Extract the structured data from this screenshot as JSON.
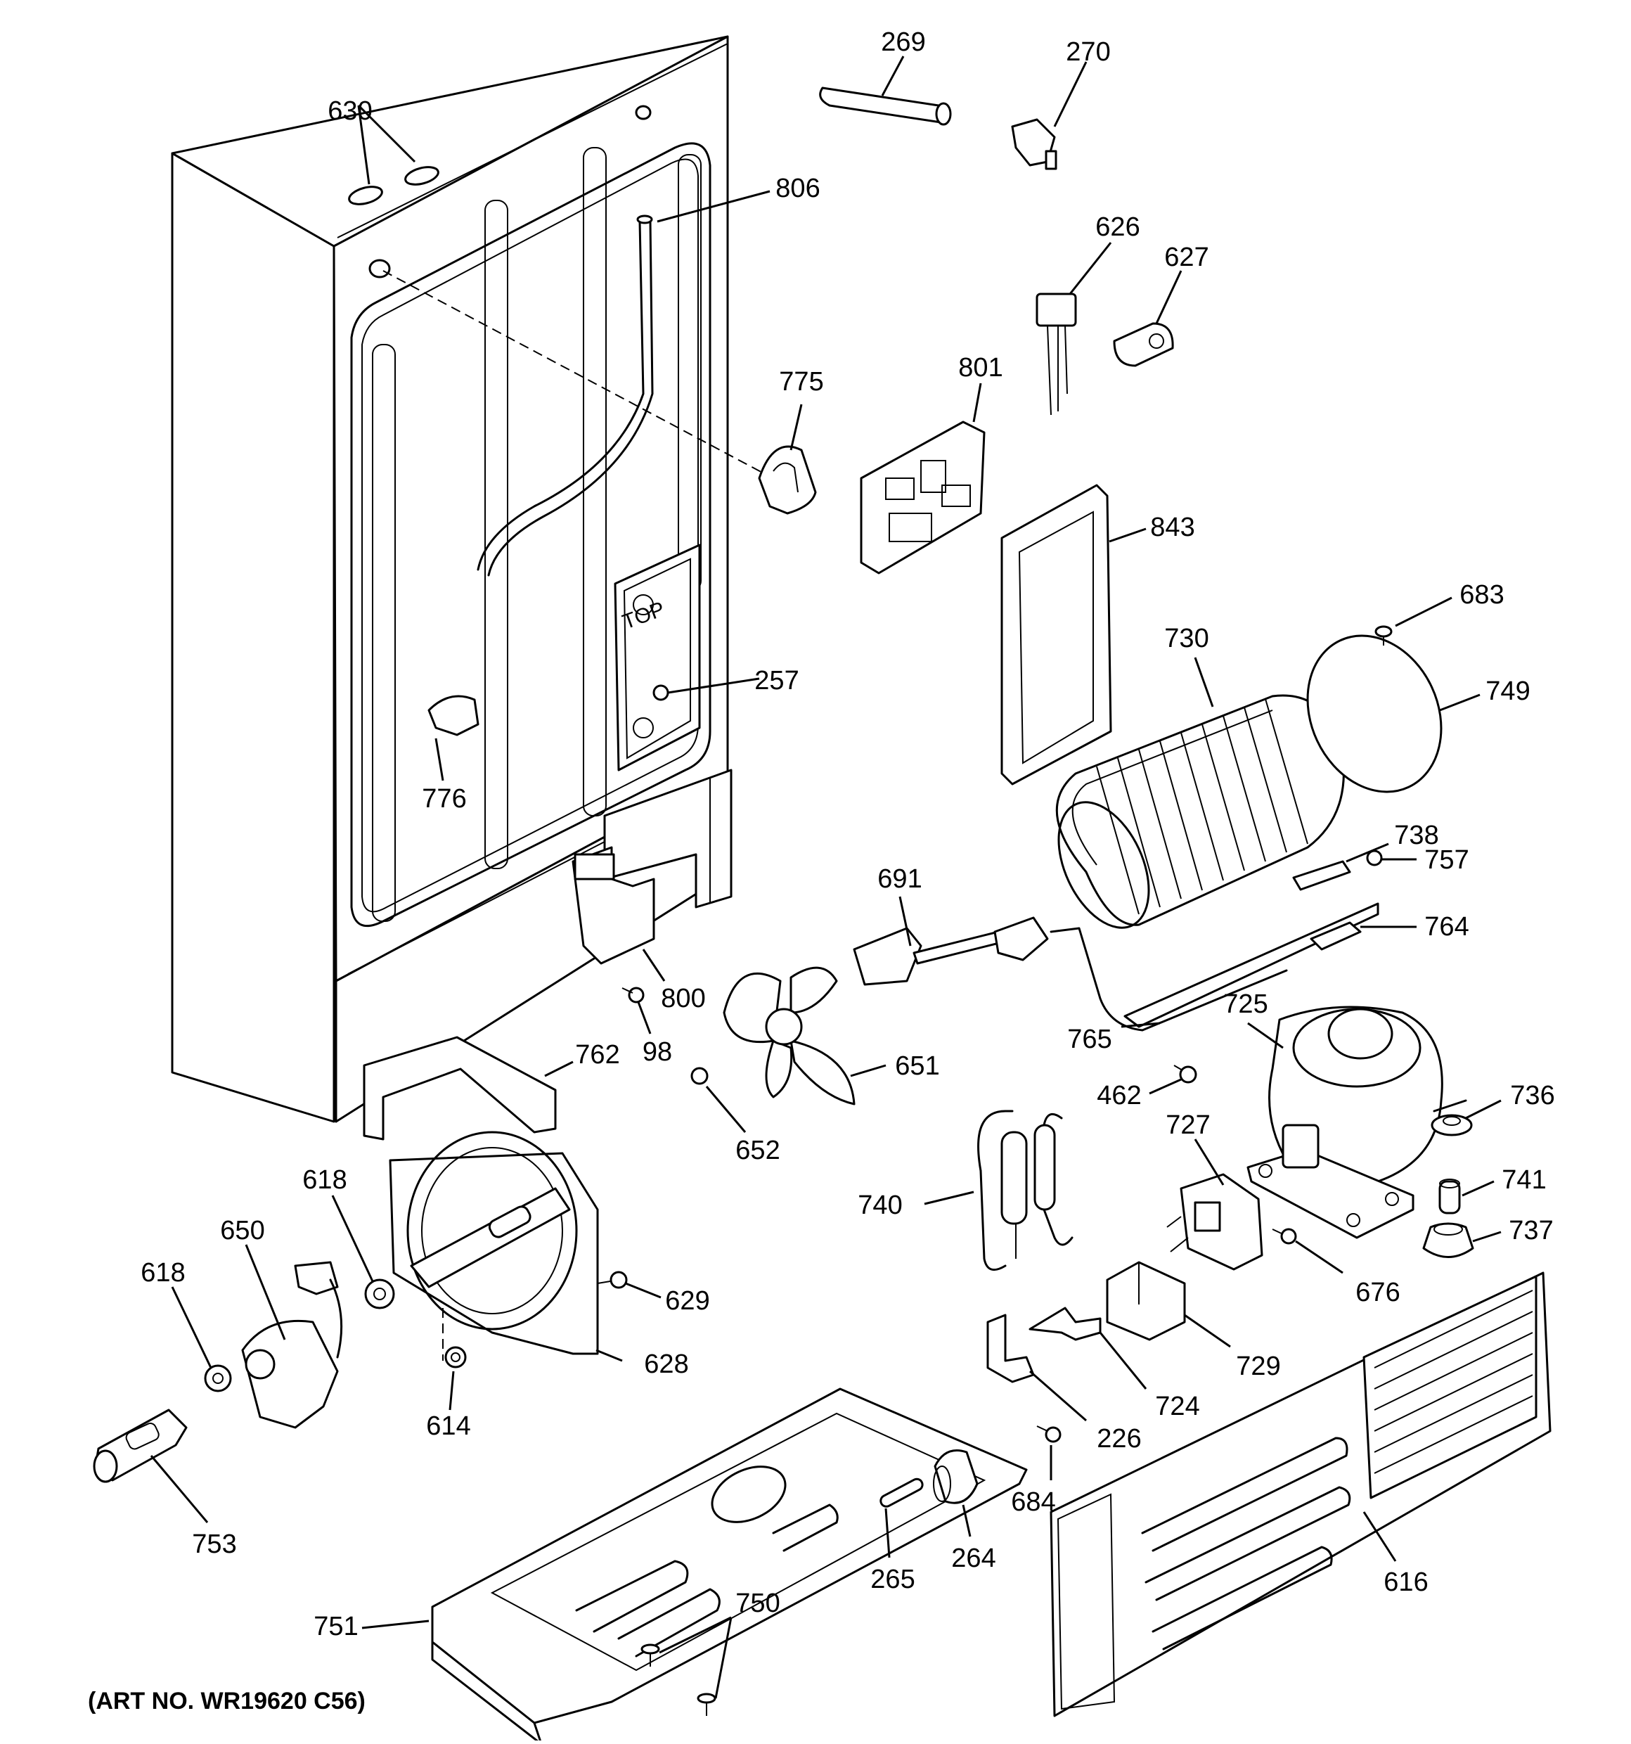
{
  "art_number": "(ART NO. WR19620 C56)",
  "parts": {
    "p269": "269",
    "p270": "270",
    "p630": "630",
    "p806": "806",
    "p626": "626",
    "p627": "627",
    "p775": "775",
    "p801": "801",
    "p843": "843",
    "p683": "683",
    "p730": "730",
    "p257": "257",
    "p749": "749",
    "p776": "776",
    "p738": "738",
    "p691": "691",
    "p757": "757",
    "p764": "764",
    "p800": "800",
    "p725": "725",
    "p98": "98",
    "p765": "765",
    "p762": "762",
    "p651": "651",
    "p462": "462",
    "p736": "736",
    "p727": "727",
    "p618a": "618",
    "p650": "650",
    "p652": "652",
    "p740": "740",
    "p741": "741",
    "p618b": "618",
    "p737": "737",
    "p629": "629",
    "p676": "676",
    "p628": "628",
    "p729": "729",
    "p614": "614",
    "p226": "226",
    "p724": "724",
    "p684": "684",
    "p753": "753",
    "p616": "616",
    "p750": "750",
    "p264": "264",
    "p265": "265",
    "p751": "751"
  },
  "decor": {
    "top_stamp": "TOP"
  }
}
